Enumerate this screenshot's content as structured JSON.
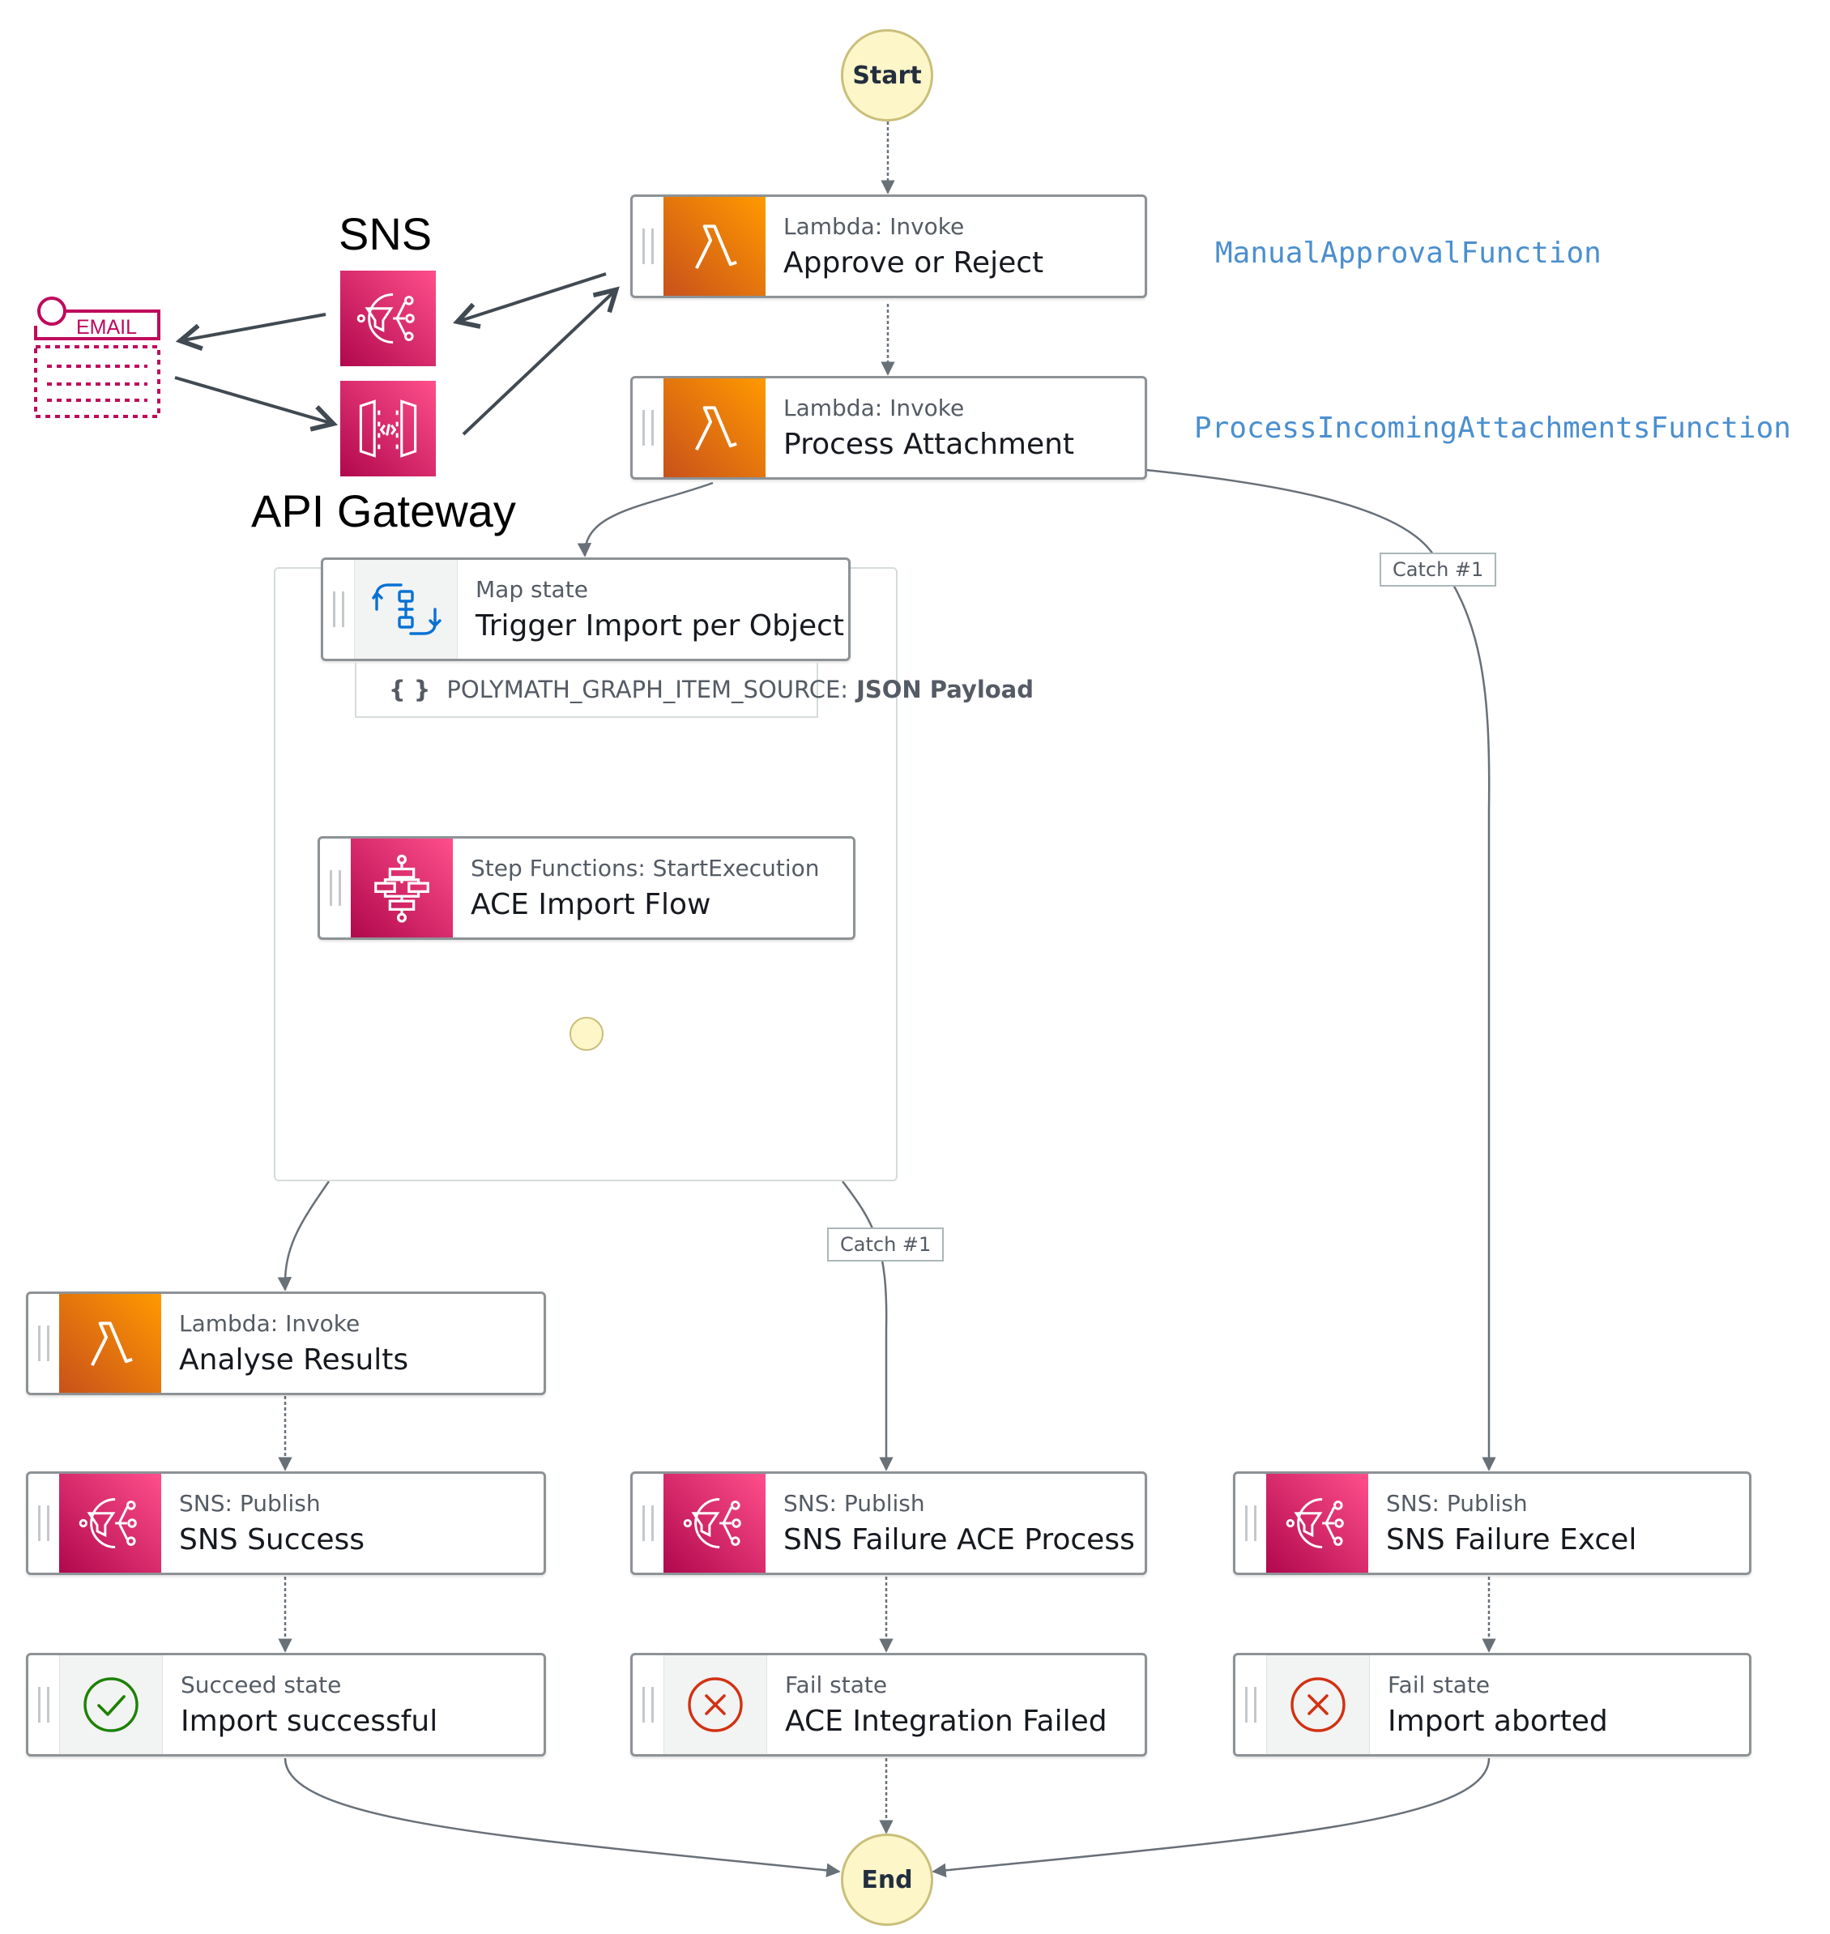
{
  "terminals": {
    "start": "Start",
    "end": "End"
  },
  "states": {
    "approve": {
      "type": "Lambda: Invoke",
      "name": "Approve or Reject"
    },
    "process": {
      "type": "Lambda: Invoke",
      "name": "Process Attachment"
    },
    "map": {
      "type": "Map state",
      "name": "Trigger Import per Object"
    },
    "ace_import": {
      "type": "Step Functions: StartExecution",
      "name": "ACE Import Flow"
    },
    "analyse": {
      "type": "Lambda: Invoke",
      "name": "Analyse Results"
    },
    "sns_success": {
      "type": "SNS: Publish",
      "name": "SNS Success"
    },
    "sns_failure_ace": {
      "type": "SNS: Publish",
      "name": "SNS Failure ACE Process"
    },
    "sns_failure_excel": {
      "type": "SNS: Publish",
      "name": "SNS Failure Excel"
    },
    "import_successful": {
      "type": "Succeed state",
      "name": "Import successful"
    },
    "ace_failed": {
      "type": "Fail state",
      "name": "ACE Integration Failed"
    },
    "import_aborted": {
      "type": "Fail state",
      "name": "Import aborted"
    }
  },
  "item_source": {
    "key": "POLYMATH_GRAPH_ITEM_SOURCE:",
    "value": "JSON Payload"
  },
  "catch_labels": {
    "process": "Catch #1",
    "map": "Catch #1"
  },
  "function_labels": {
    "approve": "ManualApprovalFunction",
    "process": "ProcessIncomingAttachmentsFunction"
  },
  "external": {
    "sns_label": "SNS",
    "api_gateway_label": "API Gateway",
    "email_label": "EMAIL"
  },
  "icons": [
    "lambda-icon",
    "sns-icon",
    "step-functions-icon",
    "map-state-icon",
    "succeed-icon",
    "fail-icon",
    "api-gateway-icon",
    "email-icon"
  ],
  "colors": {
    "lambda": "#ff9900",
    "sns": "#e7157b",
    "function_label": "#4b8fcf",
    "terminal": "#fdf6c9",
    "email": "#bf0a5c"
  }
}
